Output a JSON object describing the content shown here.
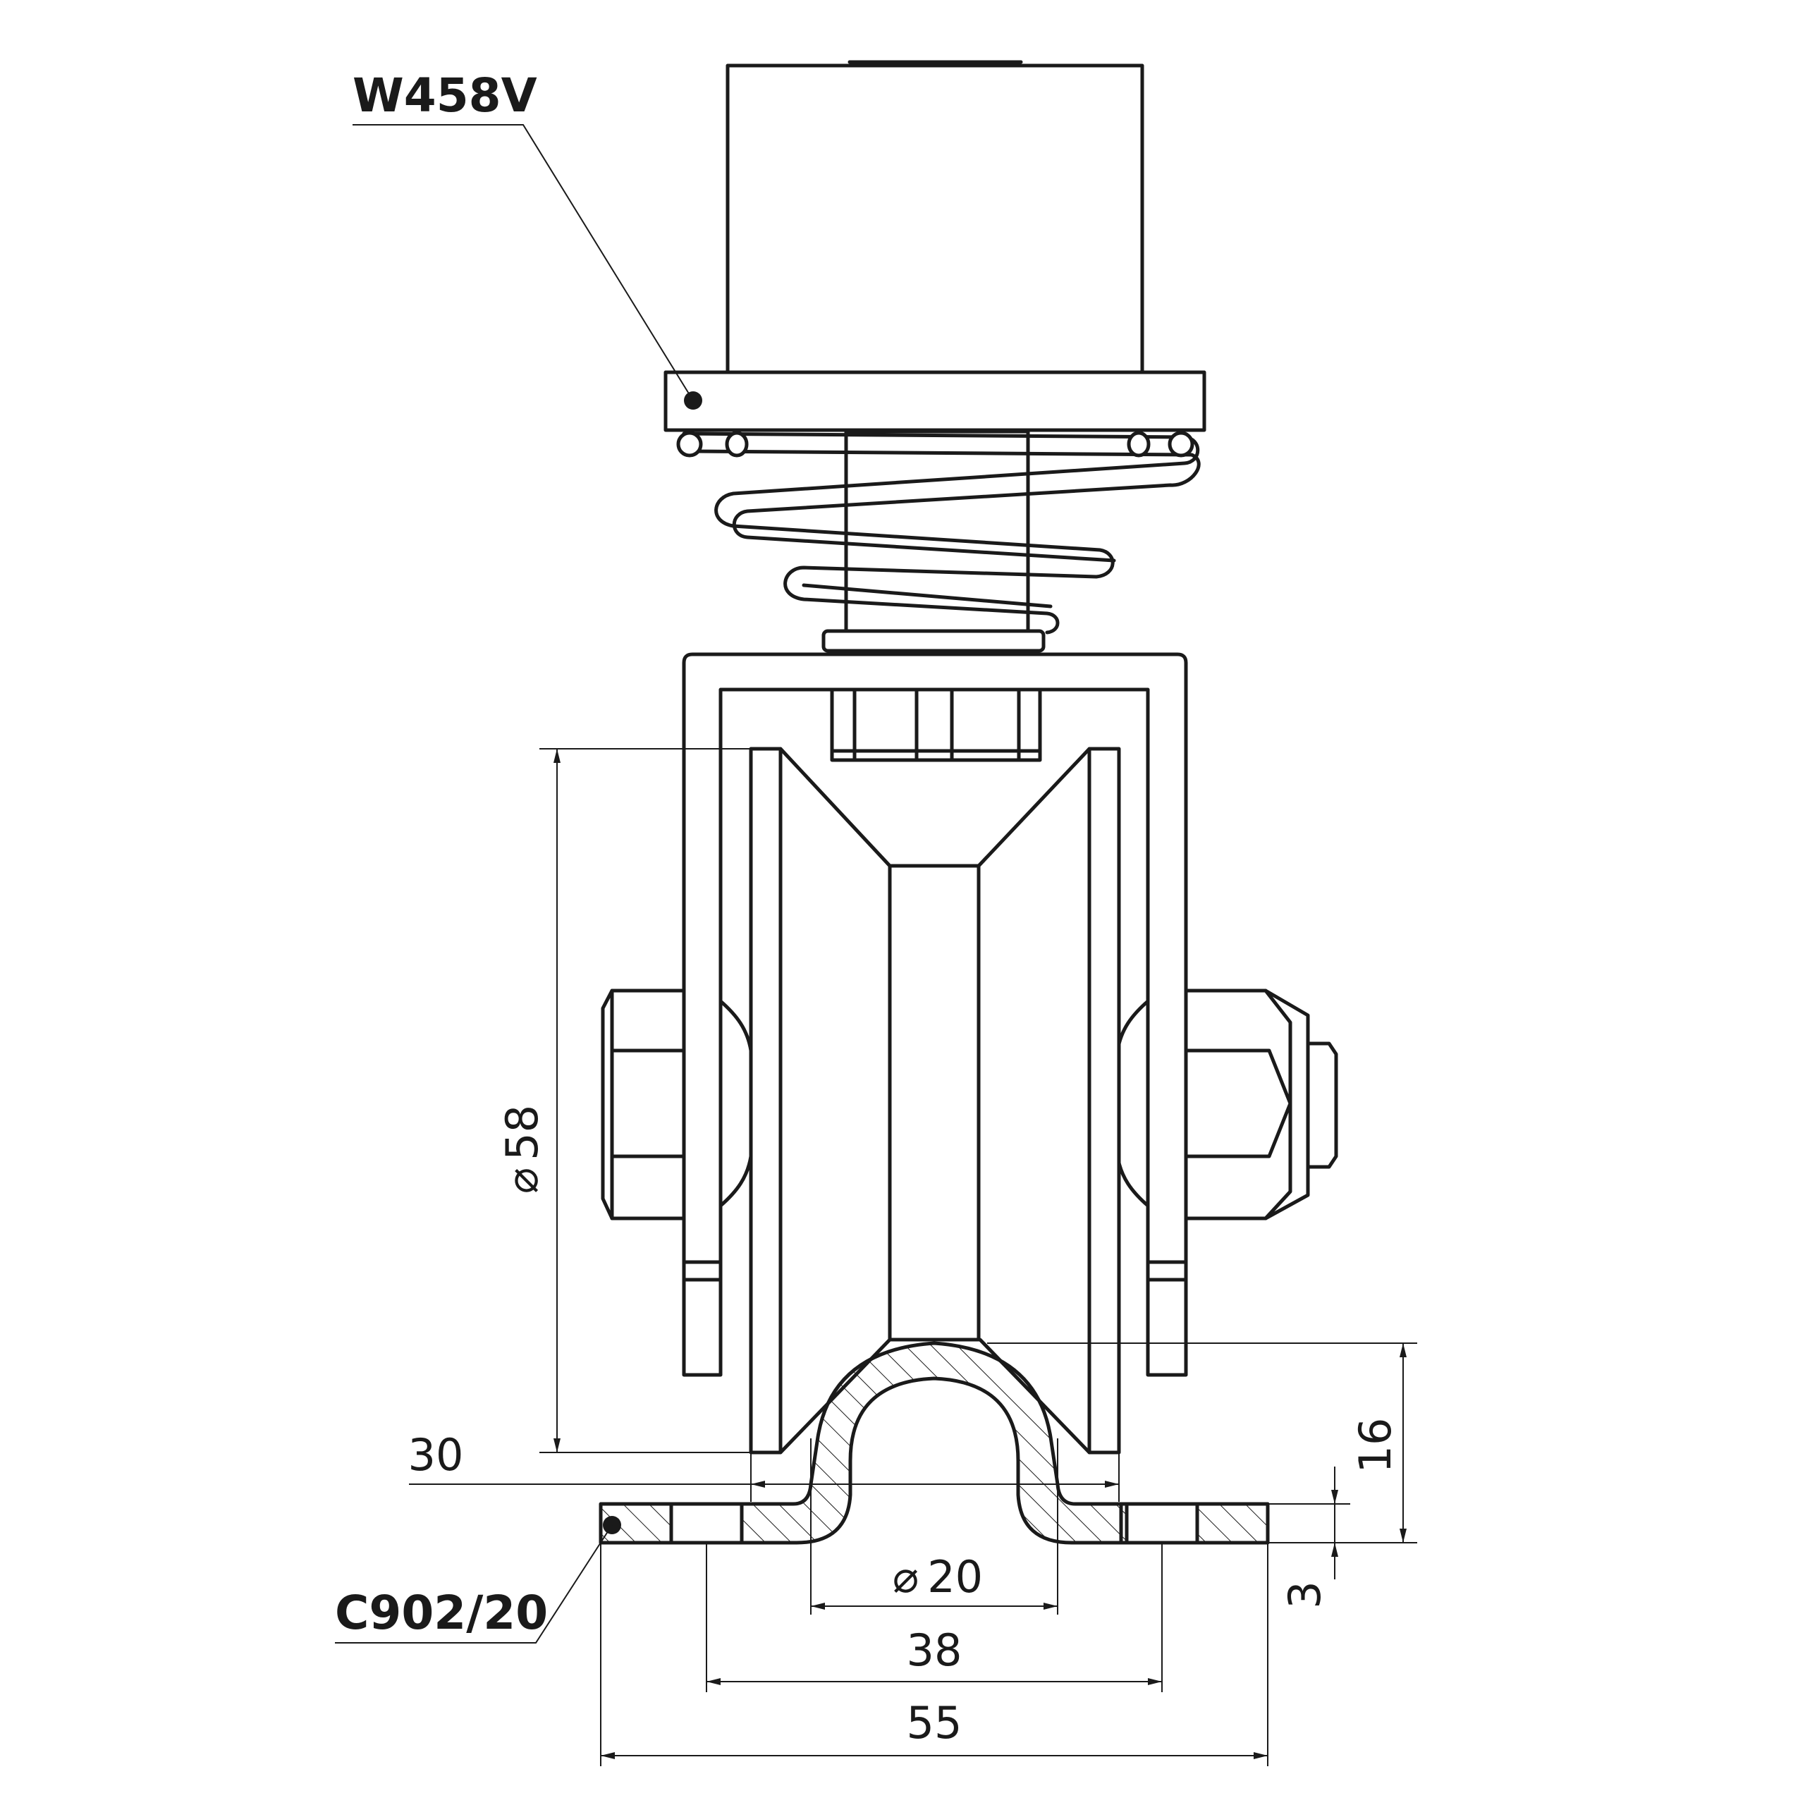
{
  "labels": {
    "top_part": "W458V",
    "bottom_part": "C902/20"
  },
  "dimensions": {
    "wheel_diameter": "58",
    "wheel_width": "30",
    "rail_diameter": "20",
    "base_hole_spacing": "38",
    "base_width": "55",
    "rail_height": "16",
    "base_thickness": "3",
    "diameter_symbol": "⌀"
  },
  "colors": {
    "line": "#1a1a1a",
    "background": "#ffffff"
  }
}
